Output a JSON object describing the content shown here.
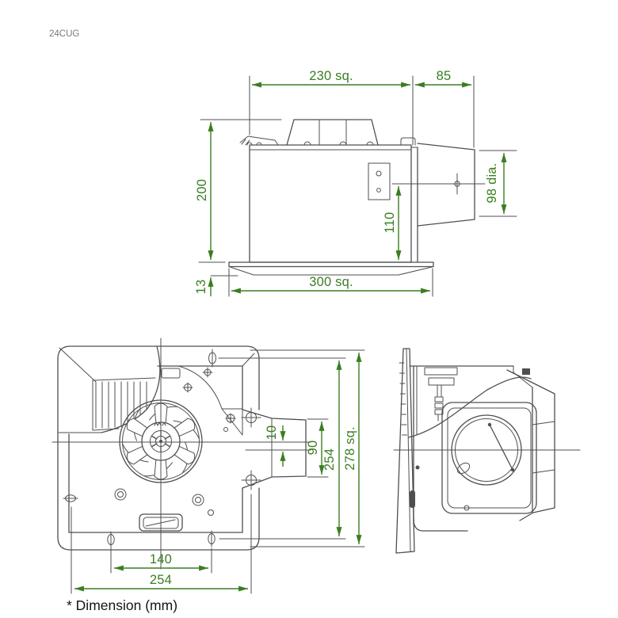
{
  "page": {
    "model_code": "24CUG",
    "footnote": "* Dimension (mm)"
  },
  "colors": {
    "dimension_green": "#3b7d22",
    "drawing_line_gray": "#4f4f4f"
  },
  "views": {
    "side_section": {
      "title": "side-section-view",
      "dims": {
        "body_width": "230 sq.",
        "duct_length": "85",
        "body_height": "200",
        "panel_lip": "13",
        "panel_width": "300 sq.",
        "outlet_height": "110",
        "outlet_dia": "98 dia."
      }
    },
    "bottom": {
      "title": "bottom-view",
      "dims": {
        "center_offset": "10",
        "outlet_width": "90",
        "mount_pitch_v": "254",
        "panel_square": "278 sq.",
        "mount_pitch_h": "140",
        "body_width": "254"
      }
    },
    "side_profile": {
      "title": "side-profile-view"
    }
  }
}
